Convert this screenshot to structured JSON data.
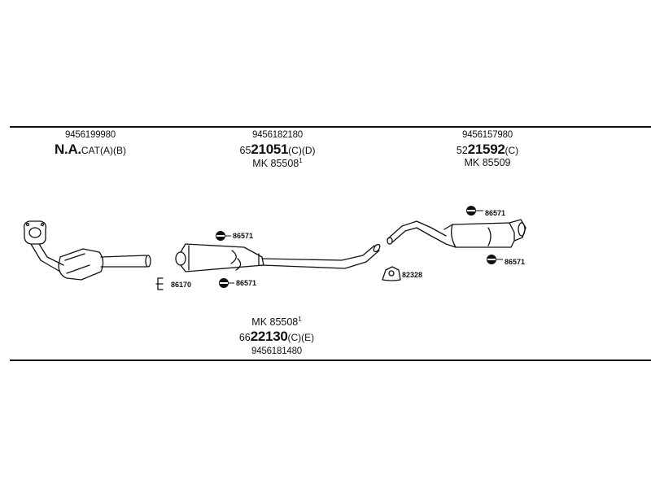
{
  "groups": {
    "left": {
      "part_number": "9456199980",
      "code_main": "N.A.",
      "code_suffix": "CAT(A)(B)"
    },
    "middle": {
      "part_number": "9456182180",
      "code_prefix": "65",
      "code_main": "21051",
      "code_suffix": "(C)(D)",
      "mk_label": "MK 85508",
      "mk_sup": "1"
    },
    "right": {
      "part_number": "9456157980",
      "code_prefix": "52",
      "code_main": "21592",
      "code_suffix": "(C)",
      "mk_label": "MK 85509"
    },
    "bottom": {
      "mk_label": "MK 85508",
      "mk_sup": "1",
      "code_prefix": "66",
      "code_main": "22130",
      "code_suffix": "(C)(E)",
      "part_number": "9456181480"
    }
  },
  "callouts": {
    "c1": "86571",
    "c2": "86170",
    "c3": "86571",
    "c4": "82328",
    "c5": "86571",
    "c6": "86571"
  }
}
